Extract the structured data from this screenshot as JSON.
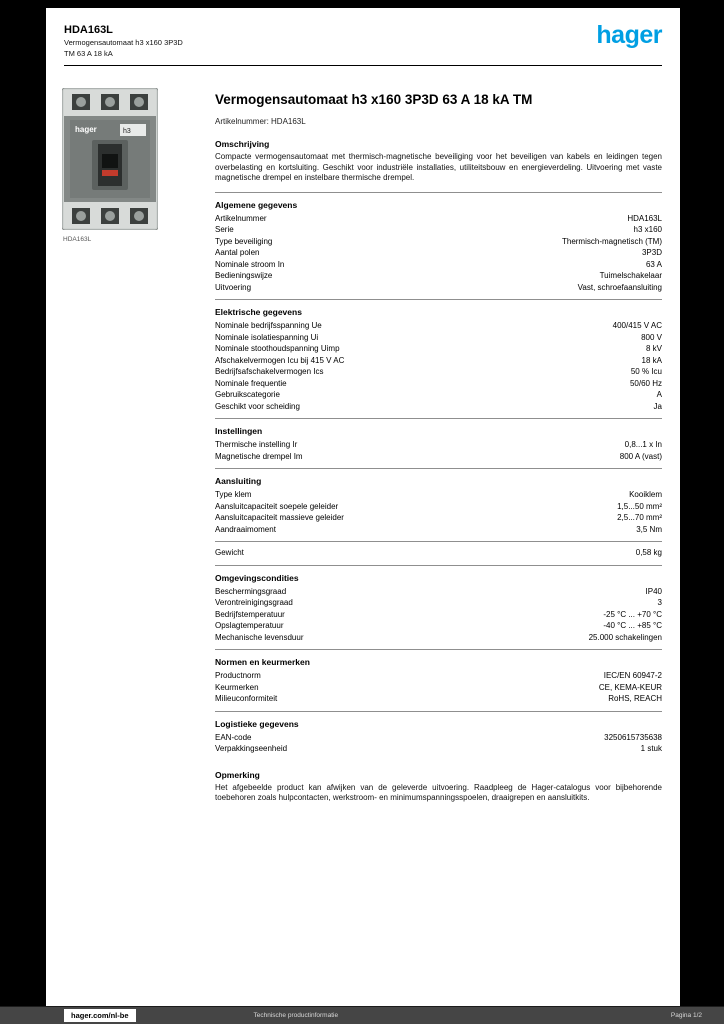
{
  "page": {
    "header": {
      "reference": "HDA163L",
      "line2": "Vermogensautomaat h3 x160 3P3D",
      "line3": "TM 63 A 18 kA",
      "logo": "hager"
    },
    "photo_caption": "HDA163L",
    "title": "Vermogensautomaat h3 x160 3P3D 63 A 18 kA TM",
    "subtitle": "Artikelnummer: HDA163L",
    "description": {
      "heading": "Omschrijving",
      "text": "Compacte vermogensautomaat met thermisch-magnetische beveiliging voor het beveiligen van kabels en leidingen tegen overbelasting en kortsluiting. Geschikt voor industriële installaties, utiliteitsbouw en energieverdeling. Uitvoering met vaste magnetische drempel en instelbare thermische drempel."
    },
    "sections": [
      {
        "heading": "Algemene gegevens",
        "rows": [
          {
            "label": "Artikelnummer",
            "value": "HDA163L"
          },
          {
            "label": "Serie",
            "value": "h3 x160"
          },
          {
            "label": "Type beveiliging",
            "value": "Thermisch-magnetisch (TM)"
          },
          {
            "label": "Aantal polen",
            "value": "3P3D"
          },
          {
            "label": "Nominale stroom In",
            "value": "63 A"
          },
          {
            "label": "Bedieningswijze",
            "value": "Tuimelschakelaar"
          },
          {
            "label": "Uitvoering",
            "value": "Vast, schroefaansluiting"
          }
        ]
      },
      {
        "heading": "Elektrische gegevens",
        "rows": [
          {
            "label": "Nominale bedrijfsspanning Ue",
            "value": "400/415 V AC"
          },
          {
            "label": "Nominale isolatiespanning Ui",
            "value": "800 V"
          },
          {
            "label": "Nominale stoothoudspanning Uimp",
            "value": "8 kV"
          },
          {
            "label": "Afschakelvermogen Icu bij 415 V AC",
            "value": "18 kA"
          },
          {
            "label": "Bedrijfsafschakelvermogen Ics",
            "value": "50 % Icu"
          },
          {
            "label": "Nominale frequentie",
            "value": "50/60 Hz"
          },
          {
            "label": "Gebruikscategorie",
            "value": "A"
          },
          {
            "label": "Geschikt voor scheiding",
            "value": "Ja"
          }
        ]
      },
      {
        "heading": "Instellingen",
        "rows": [
          {
            "label": "Thermische instelling Ir",
            "value": "0,8...1 x In"
          },
          {
            "label": "Magnetische drempel Im",
            "value": "800 A (vast)"
          }
        ]
      },
      {
        "heading": "Aansluiting",
        "rows": [
          {
            "label": "Type klem",
            "value": "Kooiklem"
          },
          {
            "label": "Aansluitcapaciteit soepele geleider",
            "value": "1,5...50 mm²"
          },
          {
            "label": "Aansluitcapaciteit massieve geleider",
            "value": "2,5...70 mm²"
          },
          {
            "label": "Aandraaimoment",
            "value": "3,5 Nm"
          }
        ]
      },
      {
        "heading": "",
        "rows": [
          {
            "label": "Gewicht",
            "value": "0,58 kg"
          }
        ]
      },
      {
        "heading": "Omgevingscondities",
        "rows": [
          {
            "label": "Beschermingsgraad",
            "value": "IP40"
          },
          {
            "label": "Verontreinigingsgraad",
            "value": "3"
          },
          {
            "label": "Bedrijfstemperatuur",
            "value": "-25 °C ... +70 °C"
          },
          {
            "label": "Opslagtemperatuur",
            "value": "-40 °C ... +85 °C"
          },
          {
            "label": "Mechanische levensduur",
            "value": "25.000 schakelingen"
          }
        ]
      },
      {
        "heading": "Normen en keurmerken",
        "rows": [
          {
            "label": "Productnorm",
            "value": "IEC/EN 60947-2"
          },
          {
            "label": "Keurmerken",
            "value": "CE, KEMA-KEUR"
          },
          {
            "label": "Milieuconformiteit",
            "value": "RoHS, REACH"
          }
        ]
      },
      {
        "heading": "Logistieke gegevens",
        "rows": [
          {
            "label": "EAN-code",
            "value": "3250615735638"
          },
          {
            "label": "Verpakkingseenheid",
            "value": "1 stuk"
          }
        ]
      }
    ],
    "note": {
      "heading": "Opmerking",
      "text": "Het afgebeelde product kan afwijken van de geleverde uitvoering. Raadpleeg de Hager-catalogus voor bijbehorende toebehoren zoals hulpcontacten, werkstroom- en minimumspanningsspoelen, draaigrepen en aansluitkits."
    },
    "footer": {
      "site": "hager.com/nl-be",
      "center": "Technische productinformatie",
      "right": "Pagina 1/2"
    }
  }
}
